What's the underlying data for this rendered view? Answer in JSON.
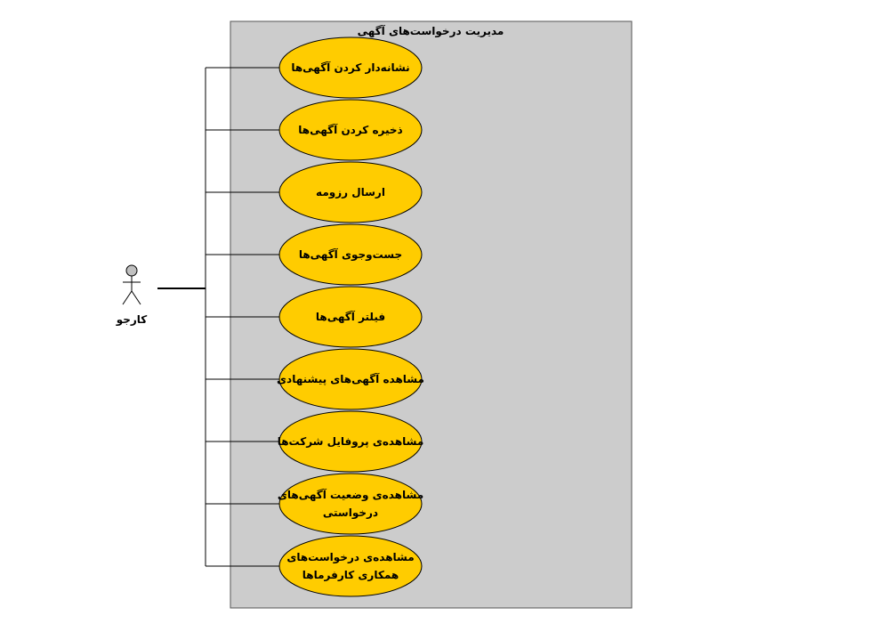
{
  "system": {
    "title": "مدیریت درخواست‌های آگهی"
  },
  "actor": {
    "name": "کارجو"
  },
  "use_cases": [
    {
      "lines": [
        "نشانه‌دار کردن آگهی‌ها"
      ]
    },
    {
      "lines": [
        "ذخیره کردن آگهی‌ها"
      ]
    },
    {
      "lines": [
        "ارسال رزومه"
      ]
    },
    {
      "lines": [
        "جست‌وجوی آگهی‌ها"
      ]
    },
    {
      "lines": [
        "فیلتر آگهی‌ها"
      ]
    },
    {
      "lines": [
        "مشاهده آگهی‌های پیشنهادی"
      ]
    },
    {
      "lines": [
        "مشاهده‌ی پروفایل شرکت‌ها"
      ]
    },
    {
      "lines": [
        "مشاهده‌ی وضعیت آگهی‌های",
        "درخواستی"
      ]
    },
    {
      "lines": [
        "مشاهده‌ی درخواست‌های",
        "همکاری کارفرماها"
      ]
    }
  ],
  "colors": {
    "system_fill": "#cccccc",
    "use_case_fill": "#ffcc00",
    "actor_head_fill": "#c0c0c0",
    "stroke": "#000000"
  }
}
